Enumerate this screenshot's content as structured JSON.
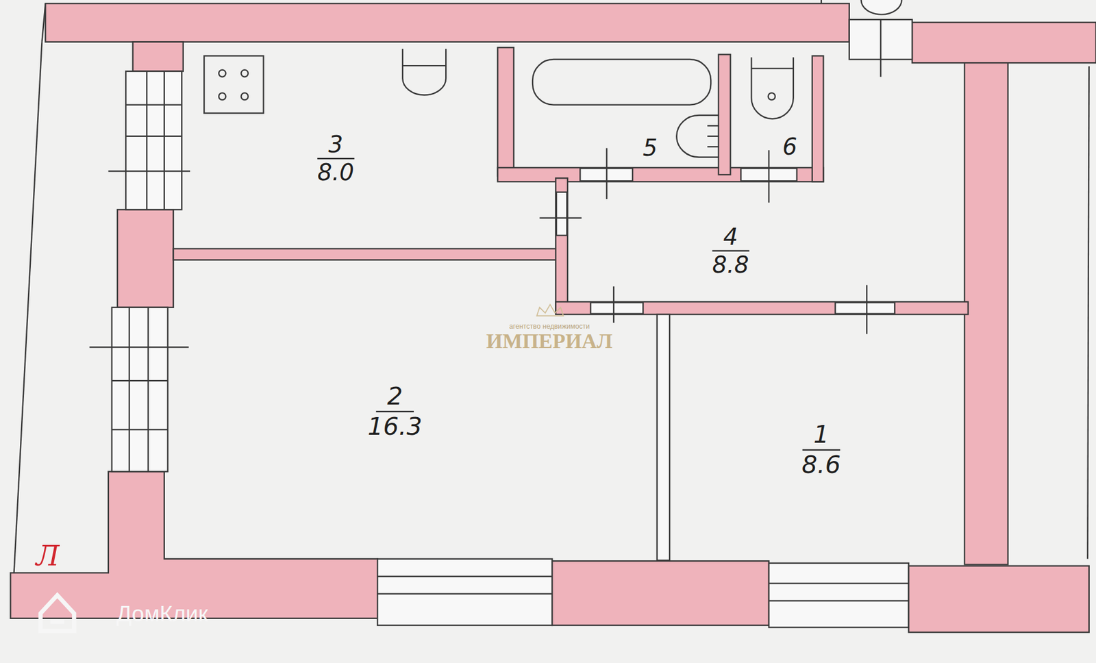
{
  "diagram": {
    "nodes": [
      {
        "text": [
          "3",
          "8.0"
        ]
      },
      {
        "text": [
          "5"
        ]
      },
      {
        "text": [
          "6"
        ]
      },
      {
        "text": [
          "4",
          "8.8"
        ]
      },
      {
        "text": [
          "2",
          "16.3"
        ]
      },
      {
        "text": [
          "1",
          "8.6"
        ]
      }
    ],
    "labels": [
      "Л",
      "агентство недвижимости",
      "ИМПЕРИАЛ",
      "ДомКлик"
    ]
  }
}
